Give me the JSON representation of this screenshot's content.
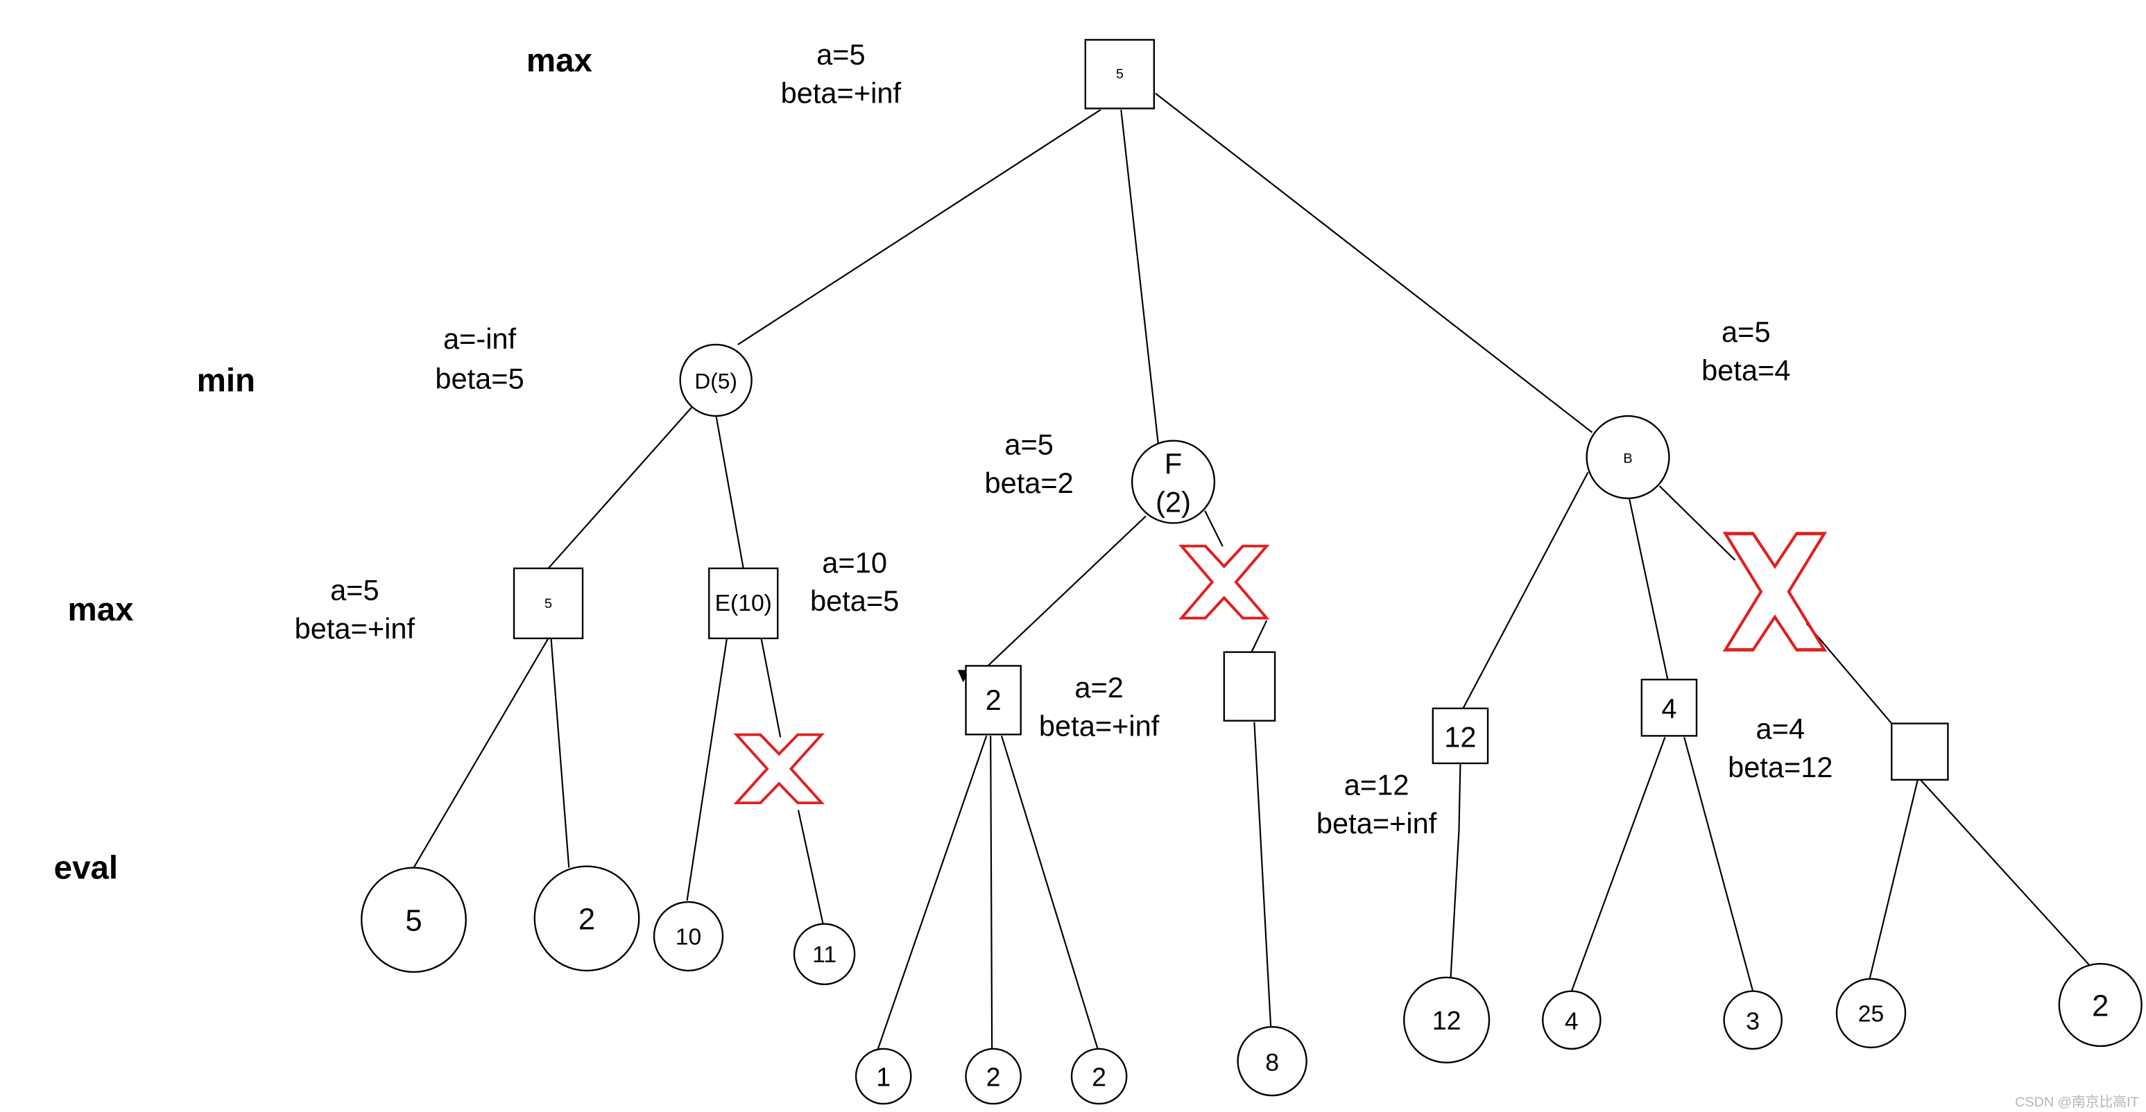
{
  "levels": {
    "level_0": "max",
    "level_1": "min",
    "level_2": "max",
    "level_3": "eval"
  },
  "nodes": {
    "root": "5",
    "d": "D(5)",
    "f_line1": "F",
    "f_line2": "(2)",
    "b": "B",
    "d_left_max": "5",
    "e": "E(10)",
    "f_left_max": "2",
    "f_right_max": "",
    "b_left_max": "12",
    "b_mid_max": "4",
    "b_right_max": "",
    "leaf_5": "5",
    "leaf_2a": "2",
    "leaf_10": "10",
    "leaf_11": "11",
    "leaf_1": "1",
    "leaf_2b": "2",
    "leaf_2c": "2",
    "leaf_8": "8",
    "leaf_12": "12",
    "leaf_4": "4",
    "leaf_3": "3",
    "leaf_25": "25",
    "leaf_2d": "2"
  },
  "annotations": {
    "root_a": "a=5",
    "root_beta": "beta=+inf",
    "d_a": "a=-inf",
    "d_beta": "beta=5",
    "f_a": "a=5",
    "f_beta": "beta=2",
    "b_a": "a=5",
    "b_beta": "beta=4",
    "d_left_a": "a=5",
    "d_left_beta": "beta=+inf",
    "e_a": "a=10",
    "e_beta": "beta=5",
    "f_left_a": "a=2",
    "f_left_beta": "beta=+inf",
    "b_left_a": "a=12",
    "b_left_beta": "beta=+inf",
    "b_mid_a": "a=4",
    "b_mid_beta": "beta=12"
  },
  "colors": {
    "prune_mark": "#e02020"
  },
  "watermark": "CSDN @南京比高IT"
}
